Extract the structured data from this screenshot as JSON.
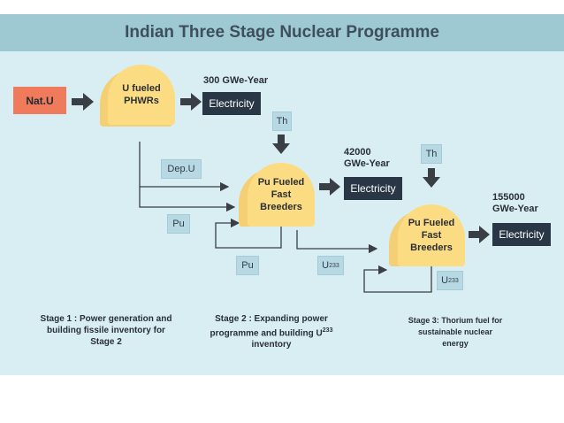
{
  "title": "Indian Three Stage Nuclear Programme",
  "natu": "Nat.U",
  "reactors": [
    {
      "label": "U fueled\nPHWRs"
    },
    {
      "label": "Pu Fueled\nFast\nBreeders"
    },
    {
      "label": "Pu Fueled\nFast\nBreeders"
    }
  ],
  "electricity": [
    "Electricity",
    "Electricity",
    "Electricity"
  ],
  "outputs": [
    {
      "value": "300 GWe-Year"
    },
    {
      "value": "42000",
      "unit": "GWe-Year"
    },
    {
      "value": "155000",
      "unit": "GWe-Year"
    }
  ],
  "inputs": {
    "th1": "Th",
    "th2": "Th",
    "depu": "Dep.U",
    "pu1": "Pu",
    "pu2": "Pu",
    "u233_a": "U",
    "u233_a_sup": "233",
    "u233_b": "U",
    "u233_b_sup": "233"
  },
  "stages": {
    "s1": "Stage 1 : Power generation and building fissile inventory for Stage 2",
    "s2_pre": "Stage 2 : Expanding power programme and building",
    "s2_u": "U",
    "s2_sup": "233",
    "s2_post": " inventory",
    "s3": "Stage 3: Thorium fuel for sustainable nuclear energy"
  },
  "colors": {
    "panel": "#d8eef3",
    "header": "#9fc9d2",
    "natu": "#ef7a5c",
    "electricity": "#283646",
    "reactor": "#fbdc83",
    "arrow": "#3a3f45"
  }
}
